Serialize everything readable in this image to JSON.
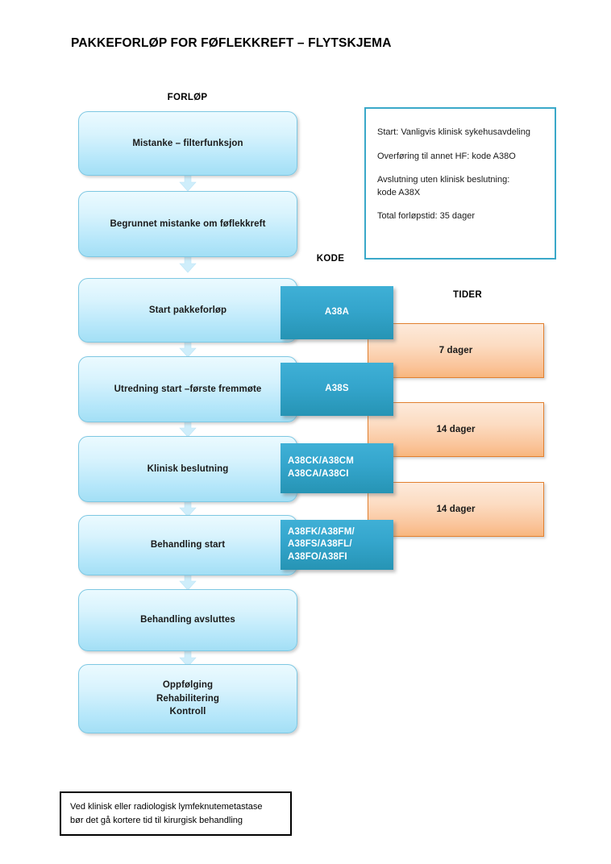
{
  "title": "PAKKEFORLØP FOR FØFLEKKREFT – FLYTSKJEMA",
  "columns": {
    "forlop": "FORLØP",
    "kode": "KODE",
    "tider": "TIDER"
  },
  "flow_steps": [
    {
      "label": "Mistanke – filterfunksjon"
    },
    {
      "label": "Begrunnet mistanke om føflekkreft"
    },
    {
      "label": "Start pakkeforløp"
    },
    {
      "label": "Utredning start –første fremmøte"
    },
    {
      "label": "Klinisk beslutning"
    },
    {
      "label": "Behandling start"
    },
    {
      "label": "Behandling avsluttes"
    },
    {
      "label": "Oppfølging\nRehabilitering\nKontroll"
    }
  ],
  "codes": [
    {
      "lines": [
        "A38A"
      ],
      "align": "center"
    },
    {
      "lines": [
        "A38S"
      ],
      "align": "center"
    },
    {
      "lines": [
        "A38CK/A38CM",
        "A38CA/A38CI"
      ],
      "align": "left"
    },
    {
      "lines": [
        "A38FK/A38FM/",
        "A38FS/A38FL/",
        "A38FO/A38FI"
      ],
      "align": "left"
    }
  ],
  "times": [
    {
      "label": "7 dager"
    },
    {
      "label": "14 dager"
    },
    {
      "label": "14 dager"
    }
  ],
  "info_box": {
    "lines": [
      "Start: Vanligvis klinisk sykehusavdeling",
      "Overføring til annet HF: kode A38O",
      "Avslutning uten klinisk beslutning:\nkode A38X",
      "Total forløpstid: 35 dager"
    ]
  },
  "note_box": {
    "lines": [
      "Ved klinisk eller radiologisk lymfeknutemetastase",
      "bør det gå kortere tid til kirurgisk behandling"
    ]
  },
  "colors": {
    "flow_box_border": "#7ec8e3",
    "flow_box_fill_top": "#ebfaff",
    "flow_box_fill_bottom": "#a3dff5",
    "code_box_top": "#3fb0d6",
    "code_box_bottom": "#2694b4",
    "time_box_border": "#e2802f",
    "time_box_fill_top": "#fdeadb",
    "time_box_fill_bottom": "#f8b77e",
    "info_box_border": "#3aa8c9",
    "note_box_border": "#000000",
    "text": "#1a1a1a"
  }
}
